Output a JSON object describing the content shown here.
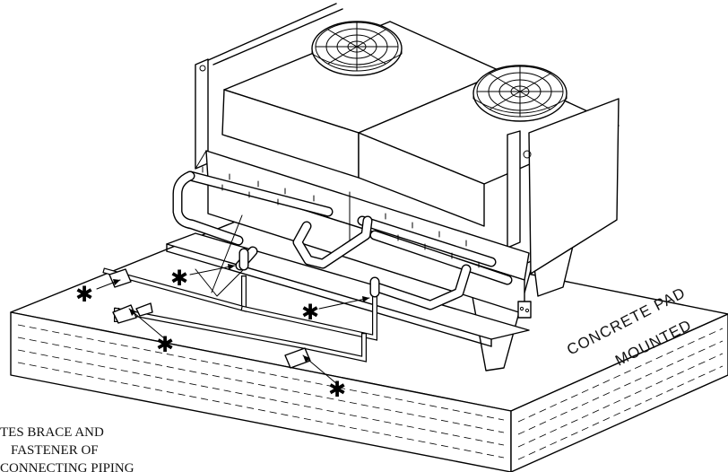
{
  "pad_label": {
    "line1": "CONCRETE PAD",
    "line2": "MOUNTED"
  },
  "note": {
    "line1": "TES BRACE AND",
    "line2": "FASTENER OF",
    "line3": "CONNECTING PIPING"
  },
  "marker_symbol": "✱"
}
